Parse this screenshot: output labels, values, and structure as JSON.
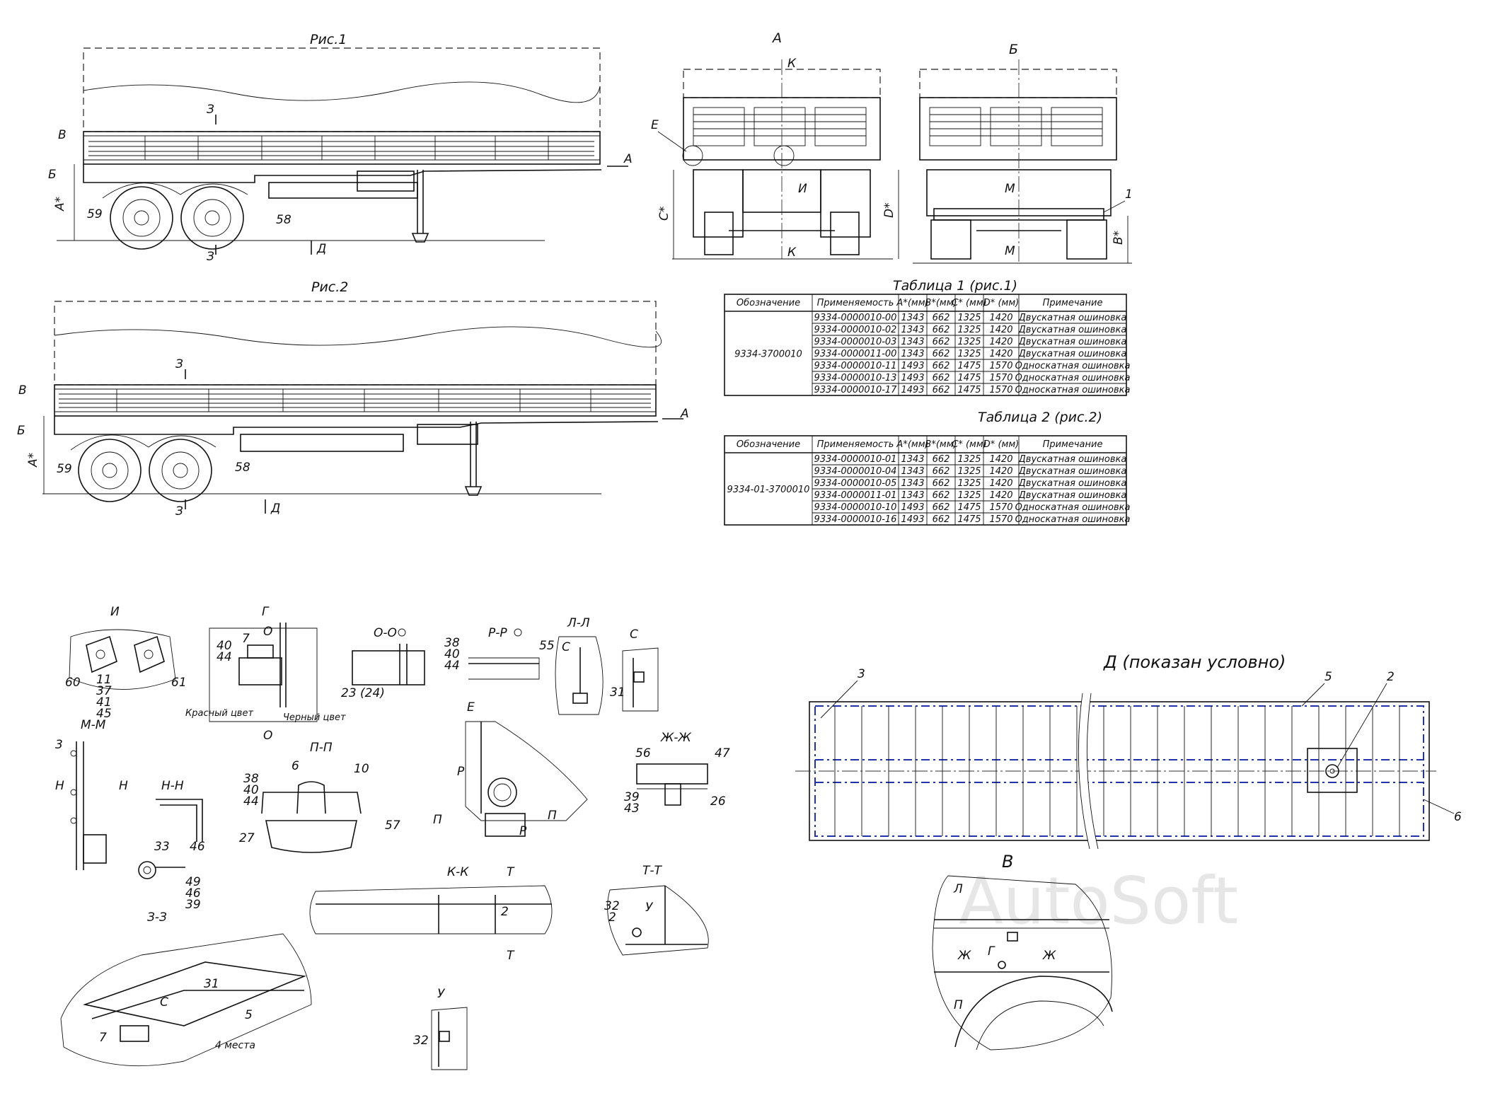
{
  "figures": {
    "fig1": {
      "title": "Рис.1",
      "labels": [
        "В",
        "Б",
        "А*",
        "З",
        "З",
        "59",
        "58",
        "Д",
        "А"
      ]
    },
    "fig2": {
      "title": "Рис.2",
      "labels": [
        "В",
        "Б",
        "А*",
        "З",
        "З",
        "59",
        "58",
        "Д",
        "А"
      ]
    },
    "viewA": {
      "title": "А",
      "labels": [
        "К",
        "К",
        "Е",
        "И",
        "С*",
        "D*"
      ]
    },
    "viewB": {
      "title": "Б",
      "labels": [
        "М",
        "М",
        "1",
        "В*"
      ]
    }
  },
  "table1": {
    "caption": "Таблица 1 (рис.1)",
    "headers": [
      "Обозначение",
      "Применяемость",
      "А*(мм)",
      "В*(мм)",
      "С* (мм)",
      "D* (мм)",
      "Примечание"
    ],
    "designation": "9334-3700010",
    "rows": [
      [
        "9334-0000010-00",
        "1343",
        "662",
        "1325",
        "1420",
        "Двускатная ошиновка"
      ],
      [
        "9334-0000010-02",
        "1343",
        "662",
        "1325",
        "1420",
        "Двускатная ошиновка"
      ],
      [
        "9334-0000010-03",
        "1343",
        "662",
        "1325",
        "1420",
        "Двускатная ошиновка"
      ],
      [
        "9334-0000011-00",
        "1343",
        "662",
        "1325",
        "1420",
        "Двускатная ошиновка"
      ],
      [
        "9334-0000010-11",
        "1493",
        "662",
        "1475",
        "1570",
        "Односкатная ошиновка"
      ],
      [
        "9334-0000010-13",
        "1493",
        "662",
        "1475",
        "1570",
        "Односкатная ошиновка"
      ],
      [
        "9334-0000010-17",
        "1493",
        "662",
        "1475",
        "1570",
        "Односкатная ошиновка"
      ]
    ]
  },
  "table2": {
    "caption": "Таблица 2 (рис.2)",
    "headers": [
      "Обозначение",
      "Применяемость",
      "А*(мм)",
      "В*(мм)",
      "С* (мм)",
      "D* (мм)",
      "Примечание"
    ],
    "designation": "9334-01-3700010",
    "rows": [
      [
        "9334-0000010-01",
        "1343",
        "662",
        "1325",
        "1420",
        "Двускатная ошиновка"
      ],
      [
        "9334-0000010-04",
        "1343",
        "662",
        "1325",
        "1420",
        "Двускатная ошиновка"
      ],
      [
        "9334-0000010-05",
        "1343",
        "662",
        "1325",
        "1420",
        "Двускатная ошиновка"
      ],
      [
        "9334-0000011-01",
        "1343",
        "662",
        "1325",
        "1420",
        "Двускатная ошиновка"
      ],
      [
        "9334-0000010-10",
        "1493",
        "662",
        "1475",
        "1570",
        "Односкатная ошиновка"
      ],
      [
        "9334-0000010-16",
        "1493",
        "662",
        "1475",
        "1570",
        "Односкатная ошиновка"
      ]
    ]
  },
  "details": {
    "I": {
      "title": "И",
      "labels": [
        "60",
        "61",
        "11",
        "37",
        "41",
        "45"
      ]
    },
    "G": {
      "title": "Г",
      "labels": [
        "О",
        "О",
        "7",
        "40",
        "44",
        "Красный цвет",
        "Черный цвет"
      ]
    },
    "OO": {
      "title": "О-О"
    },
    "RR": {
      "title": "Р-Р",
      "labels": [
        "38",
        "40",
        "44",
        "55"
      ]
    },
    "LL": {
      "title": "Л-Л",
      "labels": [
        "С"
      ]
    },
    "C": {
      "title": "С",
      "labels": [
        "31"
      ]
    },
    "MM": {
      "title": "М-М",
      "labels": [
        "3",
        "Н",
        "Н"
      ]
    },
    "NN": {
      "title": "Н-Н",
      "labels": [
        "33",
        "46",
        "49",
        "46",
        "39"
      ]
    },
    "PP": {
      "title": "П-П",
      "labels": [
        "6",
        "10",
        "38",
        "40",
        "44",
        "27",
        "57"
      ]
    },
    "E": {
      "title": "Е",
      "labels": [
        "Р",
        "Р",
        "П",
        "П"
      ]
    },
    "ZhZh": {
      "title": "Ж-Ж",
      "labels": [
        "56",
        "47",
        "39",
        "43",
        "26"
      ]
    },
    "KK": {
      "title": "К-К",
      "labels": [
        "Т",
        "Т",
        "2"
      ]
    },
    "TT": {
      "title": "Т-Т",
      "labels": [
        "32",
        "2",
        "У"
      ]
    },
    "ZZ": {
      "title": "З-З",
      "labels": [
        "31",
        "5",
        "С",
        "7",
        "4 места"
      ]
    },
    "U": {
      "title": "У",
      "labels": [
        "32"
      ]
    },
    "D": {
      "title": "Д (показан условно)",
      "labels": [
        "3",
        "5",
        "2",
        "6"
      ]
    },
    "V": {
      "title": "В",
      "labels": [
        "Л",
        "Ж",
        "Г",
        "Ж",
        "П"
      ]
    }
  },
  "misc": {
    "label_23": "23 (24)"
  },
  "watermark": "AutoSoft"
}
